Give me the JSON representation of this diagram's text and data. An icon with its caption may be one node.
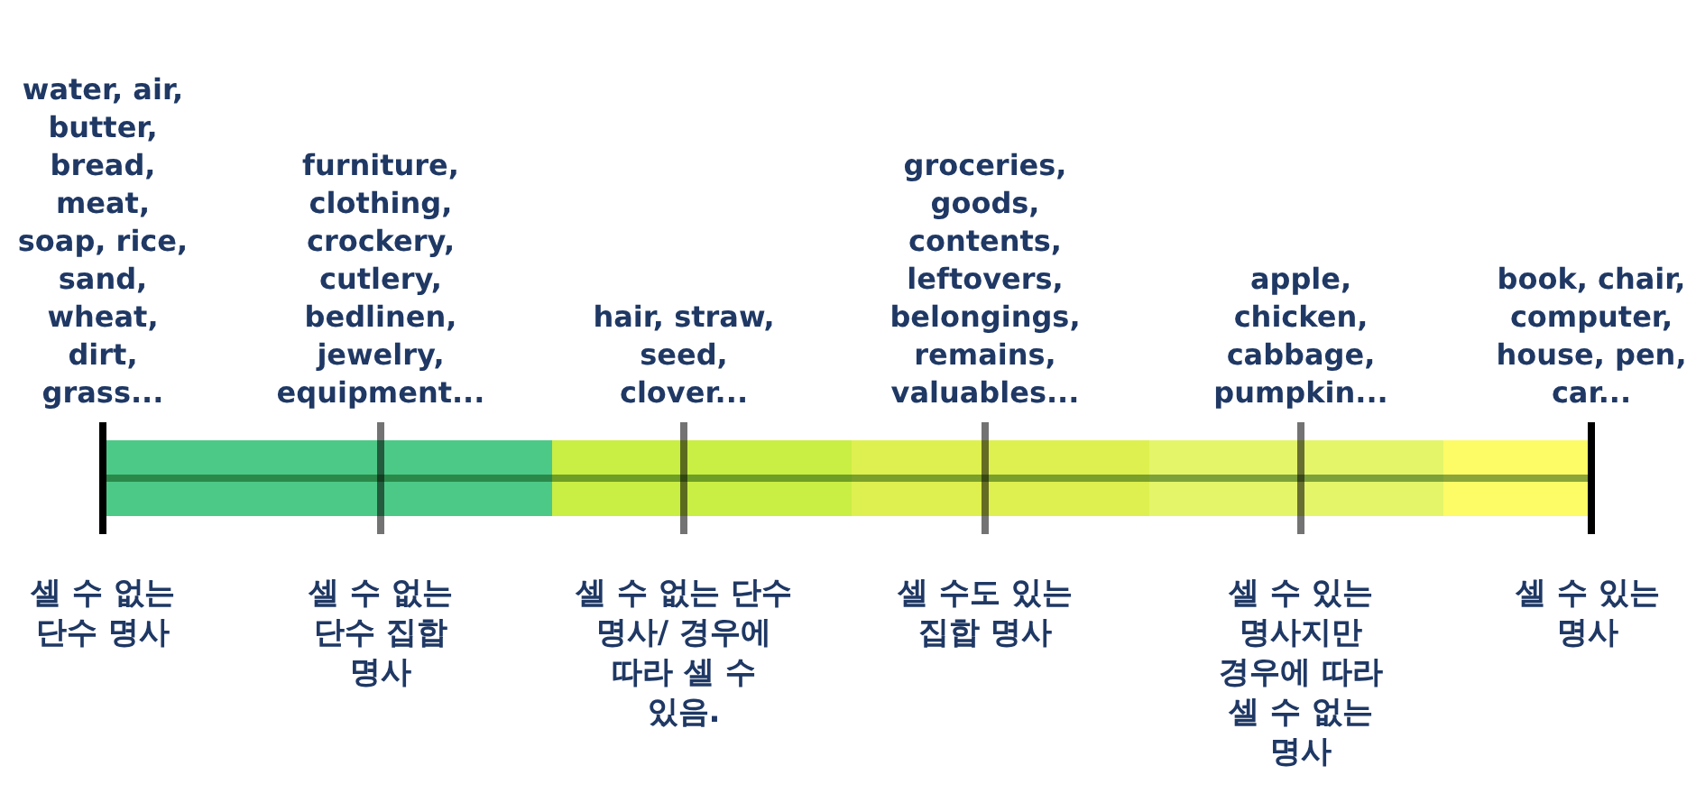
{
  "diagram": {
    "labels": [
      "water, air, butter, bread, meat, soap, rice, sand, wheat, dirt, grass...",
      "furniture, clothing, crockery, cutlery, bedlinen, jewelry, equipment...",
      "hair, straw, seed, clover...",
      "groceries, goods, contents, leftovers, belongings, remains, valuables...",
      "apple, chicken, cabbage, pumpkin...",
      "book, chair, computer, house, pen, car...",
      "셀 수 없는 단수 명사",
      "셀 수 없는 단수 집합 명사",
      "셀 수 없는 단수 명사/ 경우에 따라 셀 수 있음.",
      "셀 수도 있는 집합 명사",
      "셀 수 있는 명사지만 경우에 따라 셀 수 없는 명사",
      "셀 수 있는 명사"
    ]
  }
}
